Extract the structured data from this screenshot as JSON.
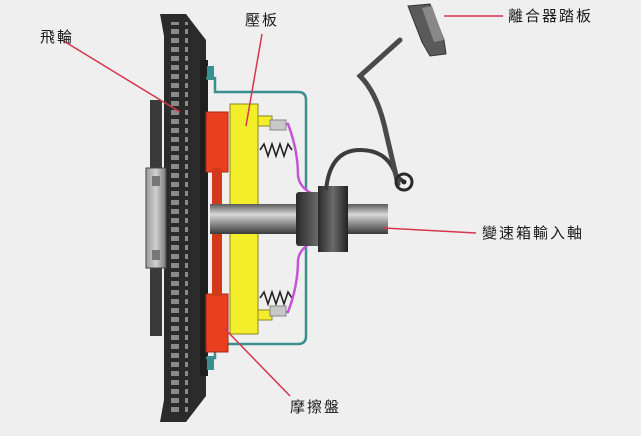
{
  "labels": {
    "flywheel": "飛輪",
    "pressure_plate": "壓板",
    "clutch_pedal": "離合器踏板",
    "input_shaft": "變速箱輸入軸",
    "friction_disc": "摩擦盤"
  },
  "colors": {
    "background": "#efefef",
    "flywheel": "#2b2b2b",
    "friction_disc": "#e8401f",
    "pressure_plate": "#f4ee2a",
    "cover": "#3a8f8f",
    "spring_link": "#c455d6",
    "shaft": "#3a3a3a",
    "leader_line": "#d6364d"
  }
}
